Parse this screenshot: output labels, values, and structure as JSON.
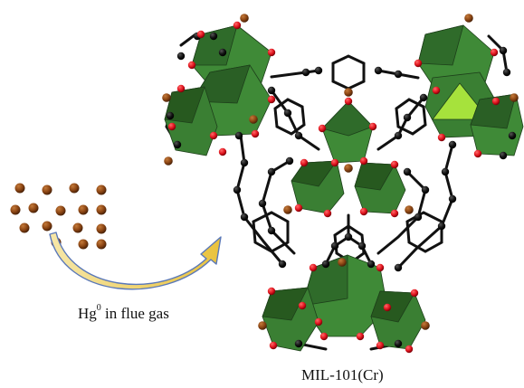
{
  "labels": {
    "hg_symbol": "Hg",
    "hg_superscript": "0",
    "hg_text": " in flue gas",
    "mof": "MIL-101(Cr)"
  },
  "colors": {
    "mercury_atom": "#8B4513",
    "octahedron_dark": "#2f6b2a",
    "octahedron_mid": "#3f8a37",
    "octahedron_light": "#a6e23c",
    "carbon": "#000000",
    "oxygen": "#e0141e",
    "arrow": "#efd05a"
  }
}
